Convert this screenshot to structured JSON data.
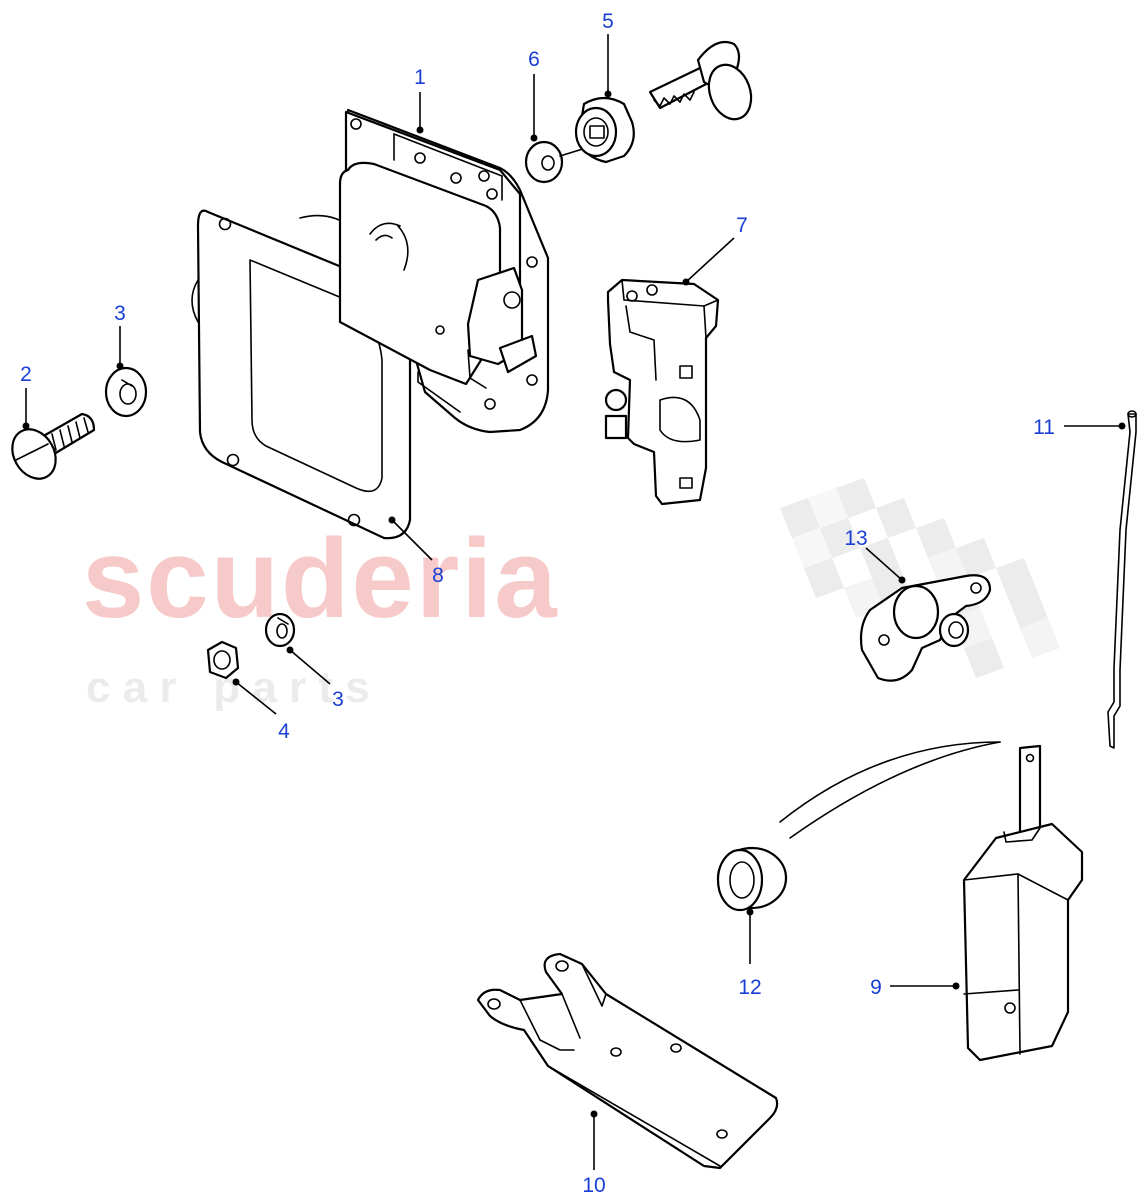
{
  "watermark": {
    "brand": "scuderia",
    "tagline": "c a r   p a r t s"
  },
  "callouts": [
    {
      "id": "1",
      "label": "1"
    },
    {
      "id": "2",
      "label": "2"
    },
    {
      "id": "3a",
      "label": "3"
    },
    {
      "id": "3b",
      "label": "3"
    },
    {
      "id": "4",
      "label": "4"
    },
    {
      "id": "5",
      "label": "5"
    },
    {
      "id": "6",
      "label": "6"
    },
    {
      "id": "7",
      "label": "7"
    },
    {
      "id": "8",
      "label": "8"
    },
    {
      "id": "9",
      "label": "9"
    },
    {
      "id": "10",
      "label": "10"
    },
    {
      "id": "11",
      "label": "11"
    },
    {
      "id": "12",
      "label": "12"
    },
    {
      "id": "13",
      "label": "13"
    }
  ],
  "colors": {
    "callout": "#1a3fd6",
    "line": "#000000",
    "watermark_red": "#f7caca",
    "watermark_grey": "#ebebeb"
  }
}
